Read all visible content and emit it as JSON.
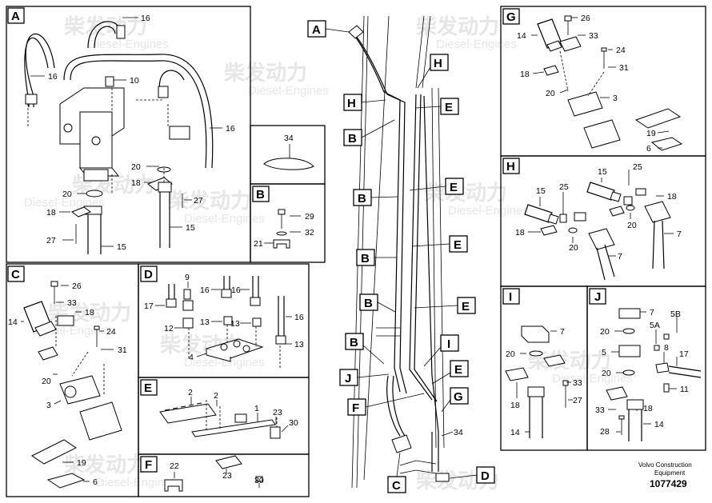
{
  "panels": {
    "A": {
      "label": "A",
      "callouts": [
        "16",
        "16",
        "10",
        "16",
        "20",
        "18",
        "27",
        "20",
        "18",
        "27",
        "15",
        "15"
      ]
    },
    "sB": {
      "label": "B",
      "callouts": [
        "29",
        "32",
        "21"
      ]
    },
    "tie": {
      "callouts": [
        "34"
      ]
    },
    "C": {
      "label": "C",
      "callouts": [
        "26",
        "33",
        "18",
        "14",
        "24",
        "31",
        "20",
        "3",
        "19",
        "6"
      ]
    },
    "D": {
      "label": "D",
      "callouts": [
        "9",
        "16",
        "16",
        "17",
        "13",
        "12",
        "13",
        "16",
        "13",
        "4"
      ]
    },
    "E": {
      "label": "E",
      "callouts": [
        "2",
        "2",
        "1",
        "23",
        "30"
      ]
    },
    "F": {
      "label": "F",
      "callouts": [
        "22",
        "23",
        "30"
      ]
    },
    "G": {
      "label": "G",
      "callouts": [
        "26",
        "14",
        "33",
        "24",
        "31",
        "18",
        "20",
        "3",
        "19",
        "6"
      ]
    },
    "H": {
      "label": "H",
      "callouts": [
        "15",
        "25",
        "15",
        "25",
        "18",
        "18",
        "20",
        "20",
        "7",
        "7"
      ]
    },
    "I": {
      "label": "I",
      "callouts": [
        "7",
        "20",
        "33",
        "18",
        "27",
        "14"
      ]
    },
    "J": {
      "label": "J",
      "callouts": [
        "7",
        "20",
        "5B",
        "5A",
        "8",
        "5",
        "17",
        "20",
        "11",
        "33",
        "18",
        "28",
        "14"
      ]
    }
  },
  "main": {
    "tags": [
      "A",
      "H",
      "H",
      "E",
      "B",
      "B",
      "E",
      "B",
      "E",
      "B",
      "E",
      "B",
      "I",
      "J",
      "E",
      "F",
      "G",
      "C",
      "D"
    ],
    "callout": "34"
  },
  "watermark": {
    "cn": "柴发动力",
    "en": "Diesel-Engines"
  },
  "footer": {
    "line1": "Volvo Construction",
    "line2": "Equipment",
    "number": "1077429"
  }
}
